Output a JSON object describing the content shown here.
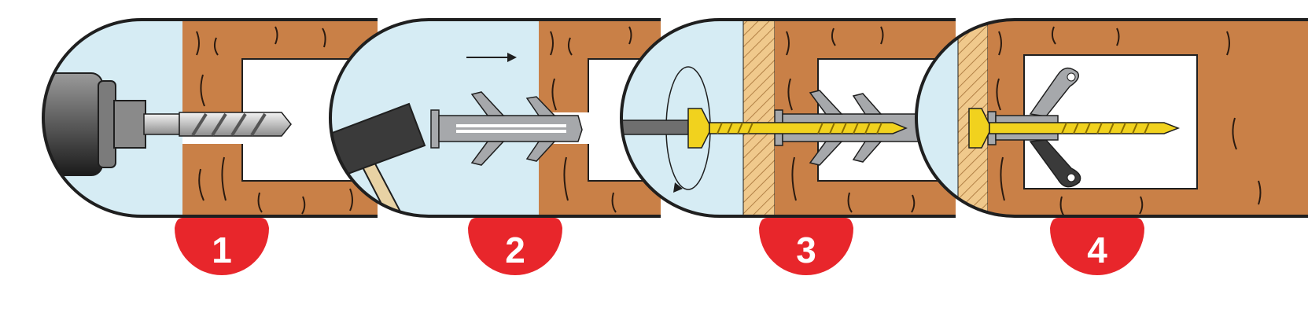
{
  "steps": [
    {
      "number": "1",
      "action": "drill-hole"
    },
    {
      "number": "2",
      "action": "hammer-in-anchor"
    },
    {
      "number": "3",
      "action": "drive-screw"
    },
    {
      "number": "4",
      "action": "anchor-expands"
    }
  ],
  "colors": {
    "wood": "#c98047",
    "wood_grain": "#2a1a10",
    "glass": "#d6ecf4",
    "outline": "#1f1f1f",
    "badge": "#e8262b",
    "badge_text": "#ffffff",
    "anchor": "#a6a8ab",
    "screw": "#f1d21e",
    "hatch": "#f0c98c",
    "drill": "#6f6f6f",
    "hammer_head": "#3a3a3a",
    "hammer_handle": "#e8d2a4"
  },
  "icons": [
    "drill-icon",
    "drill-bit-icon",
    "hammer-icon",
    "arrow-right-icon",
    "rotation-arrow-icon",
    "wall-anchor-icon",
    "screw-icon",
    "toggle-wings-icon"
  ]
}
